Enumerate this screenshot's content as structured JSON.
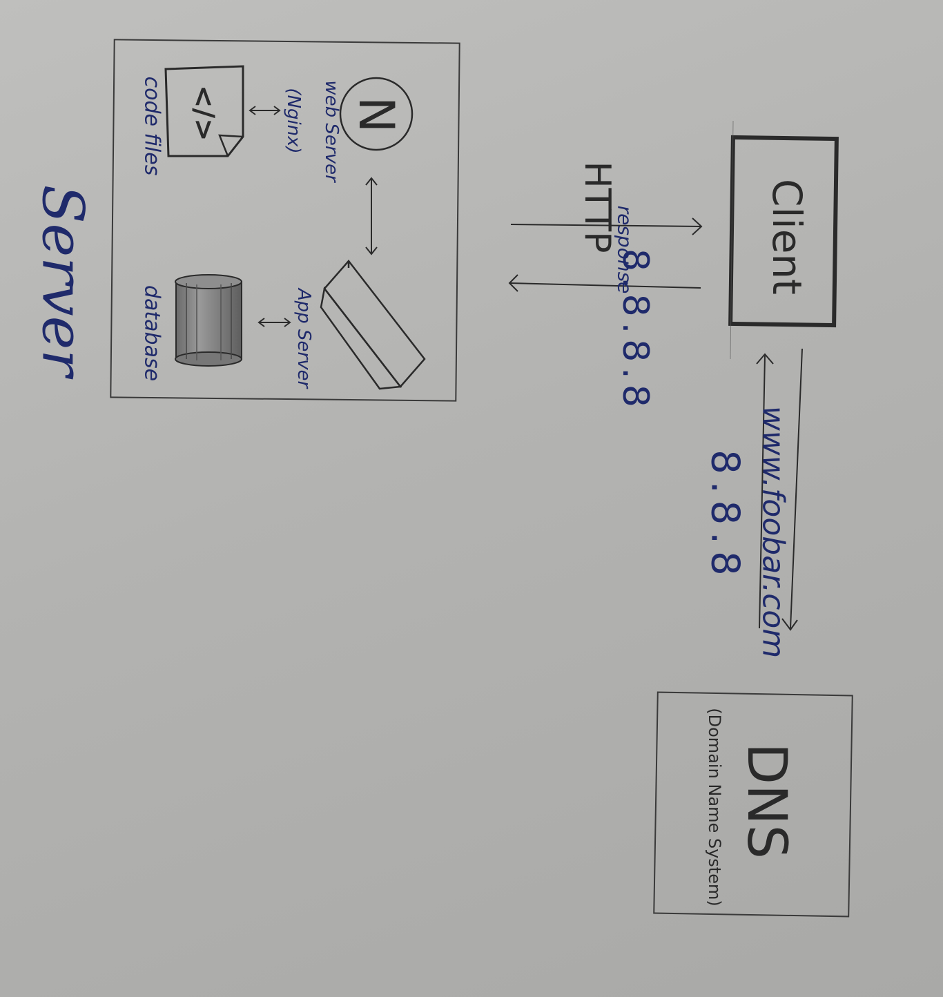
{
  "diagram": {
    "server_title": "Server",
    "server": {
      "web_server": {
        "line1": "web Server",
        "line2": "(Nginx)"
      },
      "nginx_logo": "N",
      "code_files": {
        "glyph": "</>",
        "label": "code files"
      },
      "app_server": "App Server",
      "database": "database"
    },
    "client": "Client",
    "http": {
      "title": "HTTP",
      "response": "response",
      "request_ip": "8.8.8.8"
    },
    "dns": {
      "title": "DNS",
      "subtitle": "(Domain Name System)",
      "query": "www.foobar.com",
      "answer": "8.8.8"
    }
  }
}
